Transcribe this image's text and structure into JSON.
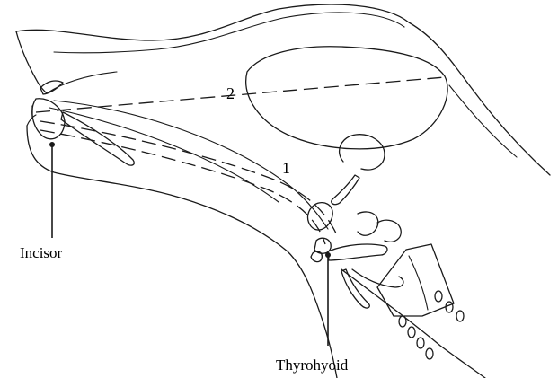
{
  "labels": {
    "incisor": "Incisor",
    "thyrohyoid": "Thyrohyoid"
  },
  "pathways": {
    "one": "1",
    "two": "2"
  }
}
